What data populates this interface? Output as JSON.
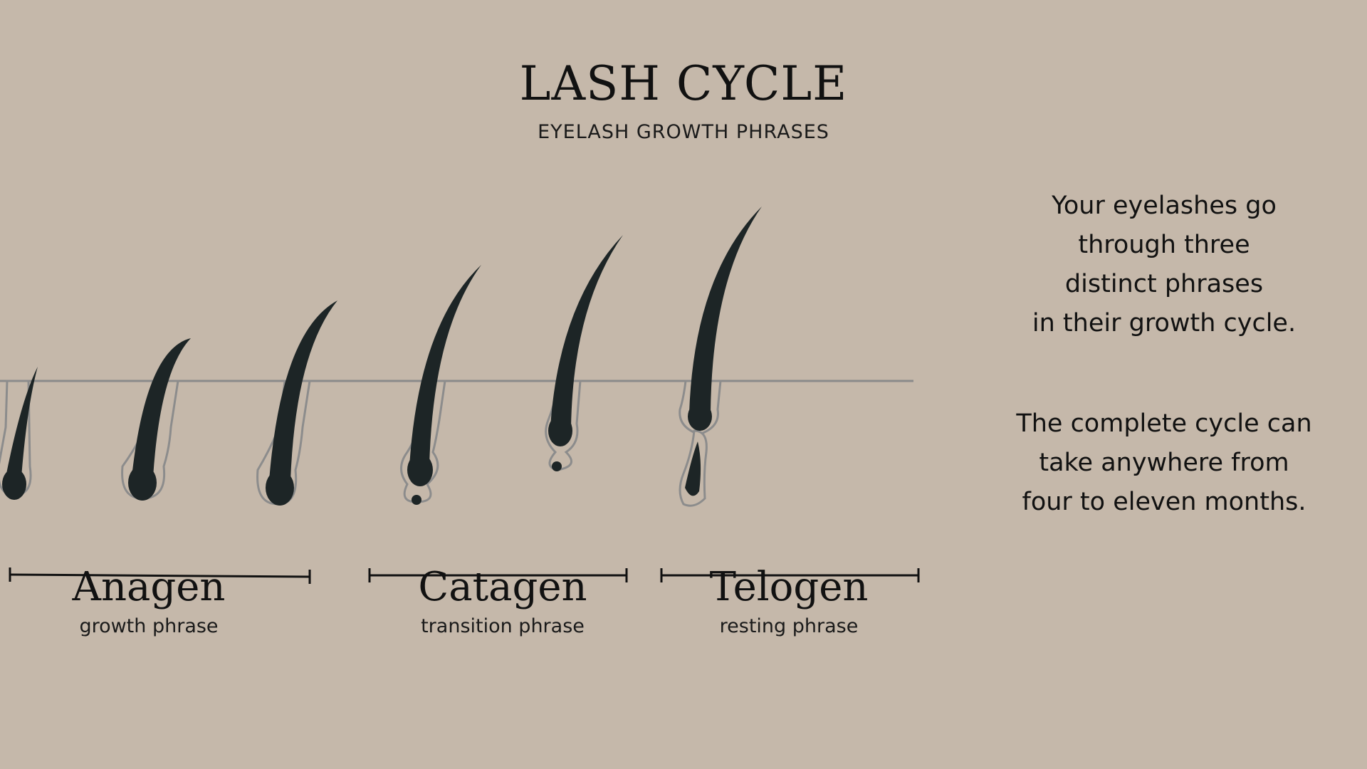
{
  "title": "LASH CYCLE",
  "subtitle": "EYELASH GROWTH PHRASES",
  "phases": [
    {
      "name": "Anagen",
      "description": "growth phrase"
    },
    {
      "name": "Catagen",
      "description": "transition phrase"
    },
    {
      "name": "Telogen",
      "description": "resting phrase"
    }
  ],
  "info": {
    "paragraph1": [
      "Your eyelashes go",
      "through three",
      "distinct phrases",
      "in their growth cycle."
    ],
    "paragraph2": [
      "The complete cycle can",
      "take anywhere from",
      "four to eleven months."
    ]
  },
  "colors": {
    "background": "#c5b8aa",
    "lash": "#1d2526",
    "follicle_outline": "#8c8c8c",
    "text": "#111111"
  }
}
